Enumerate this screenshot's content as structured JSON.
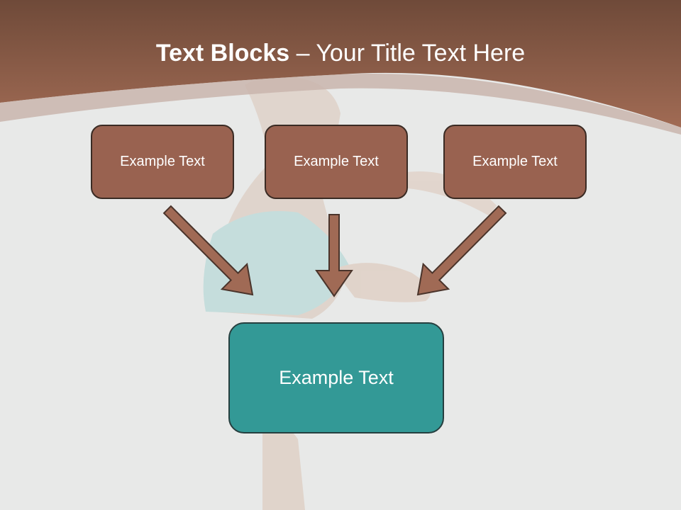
{
  "title": {
    "bold": "Text Blocks",
    "separator": " – ",
    "rest": "Your Title Text Here"
  },
  "blocks": [
    {
      "label": "Example Text"
    },
    {
      "label": "Example Text"
    },
    {
      "label": "Example Text"
    }
  ],
  "target": {
    "label": "Example Text"
  },
  "colors": {
    "header": "#8f5a45",
    "header_light": "#a06a53",
    "block_fill": "#996250",
    "target_fill": "#339996",
    "arrow_fill": "#a06a55",
    "arrow_stroke": "#4a342b",
    "background": "#e8e9e8"
  }
}
